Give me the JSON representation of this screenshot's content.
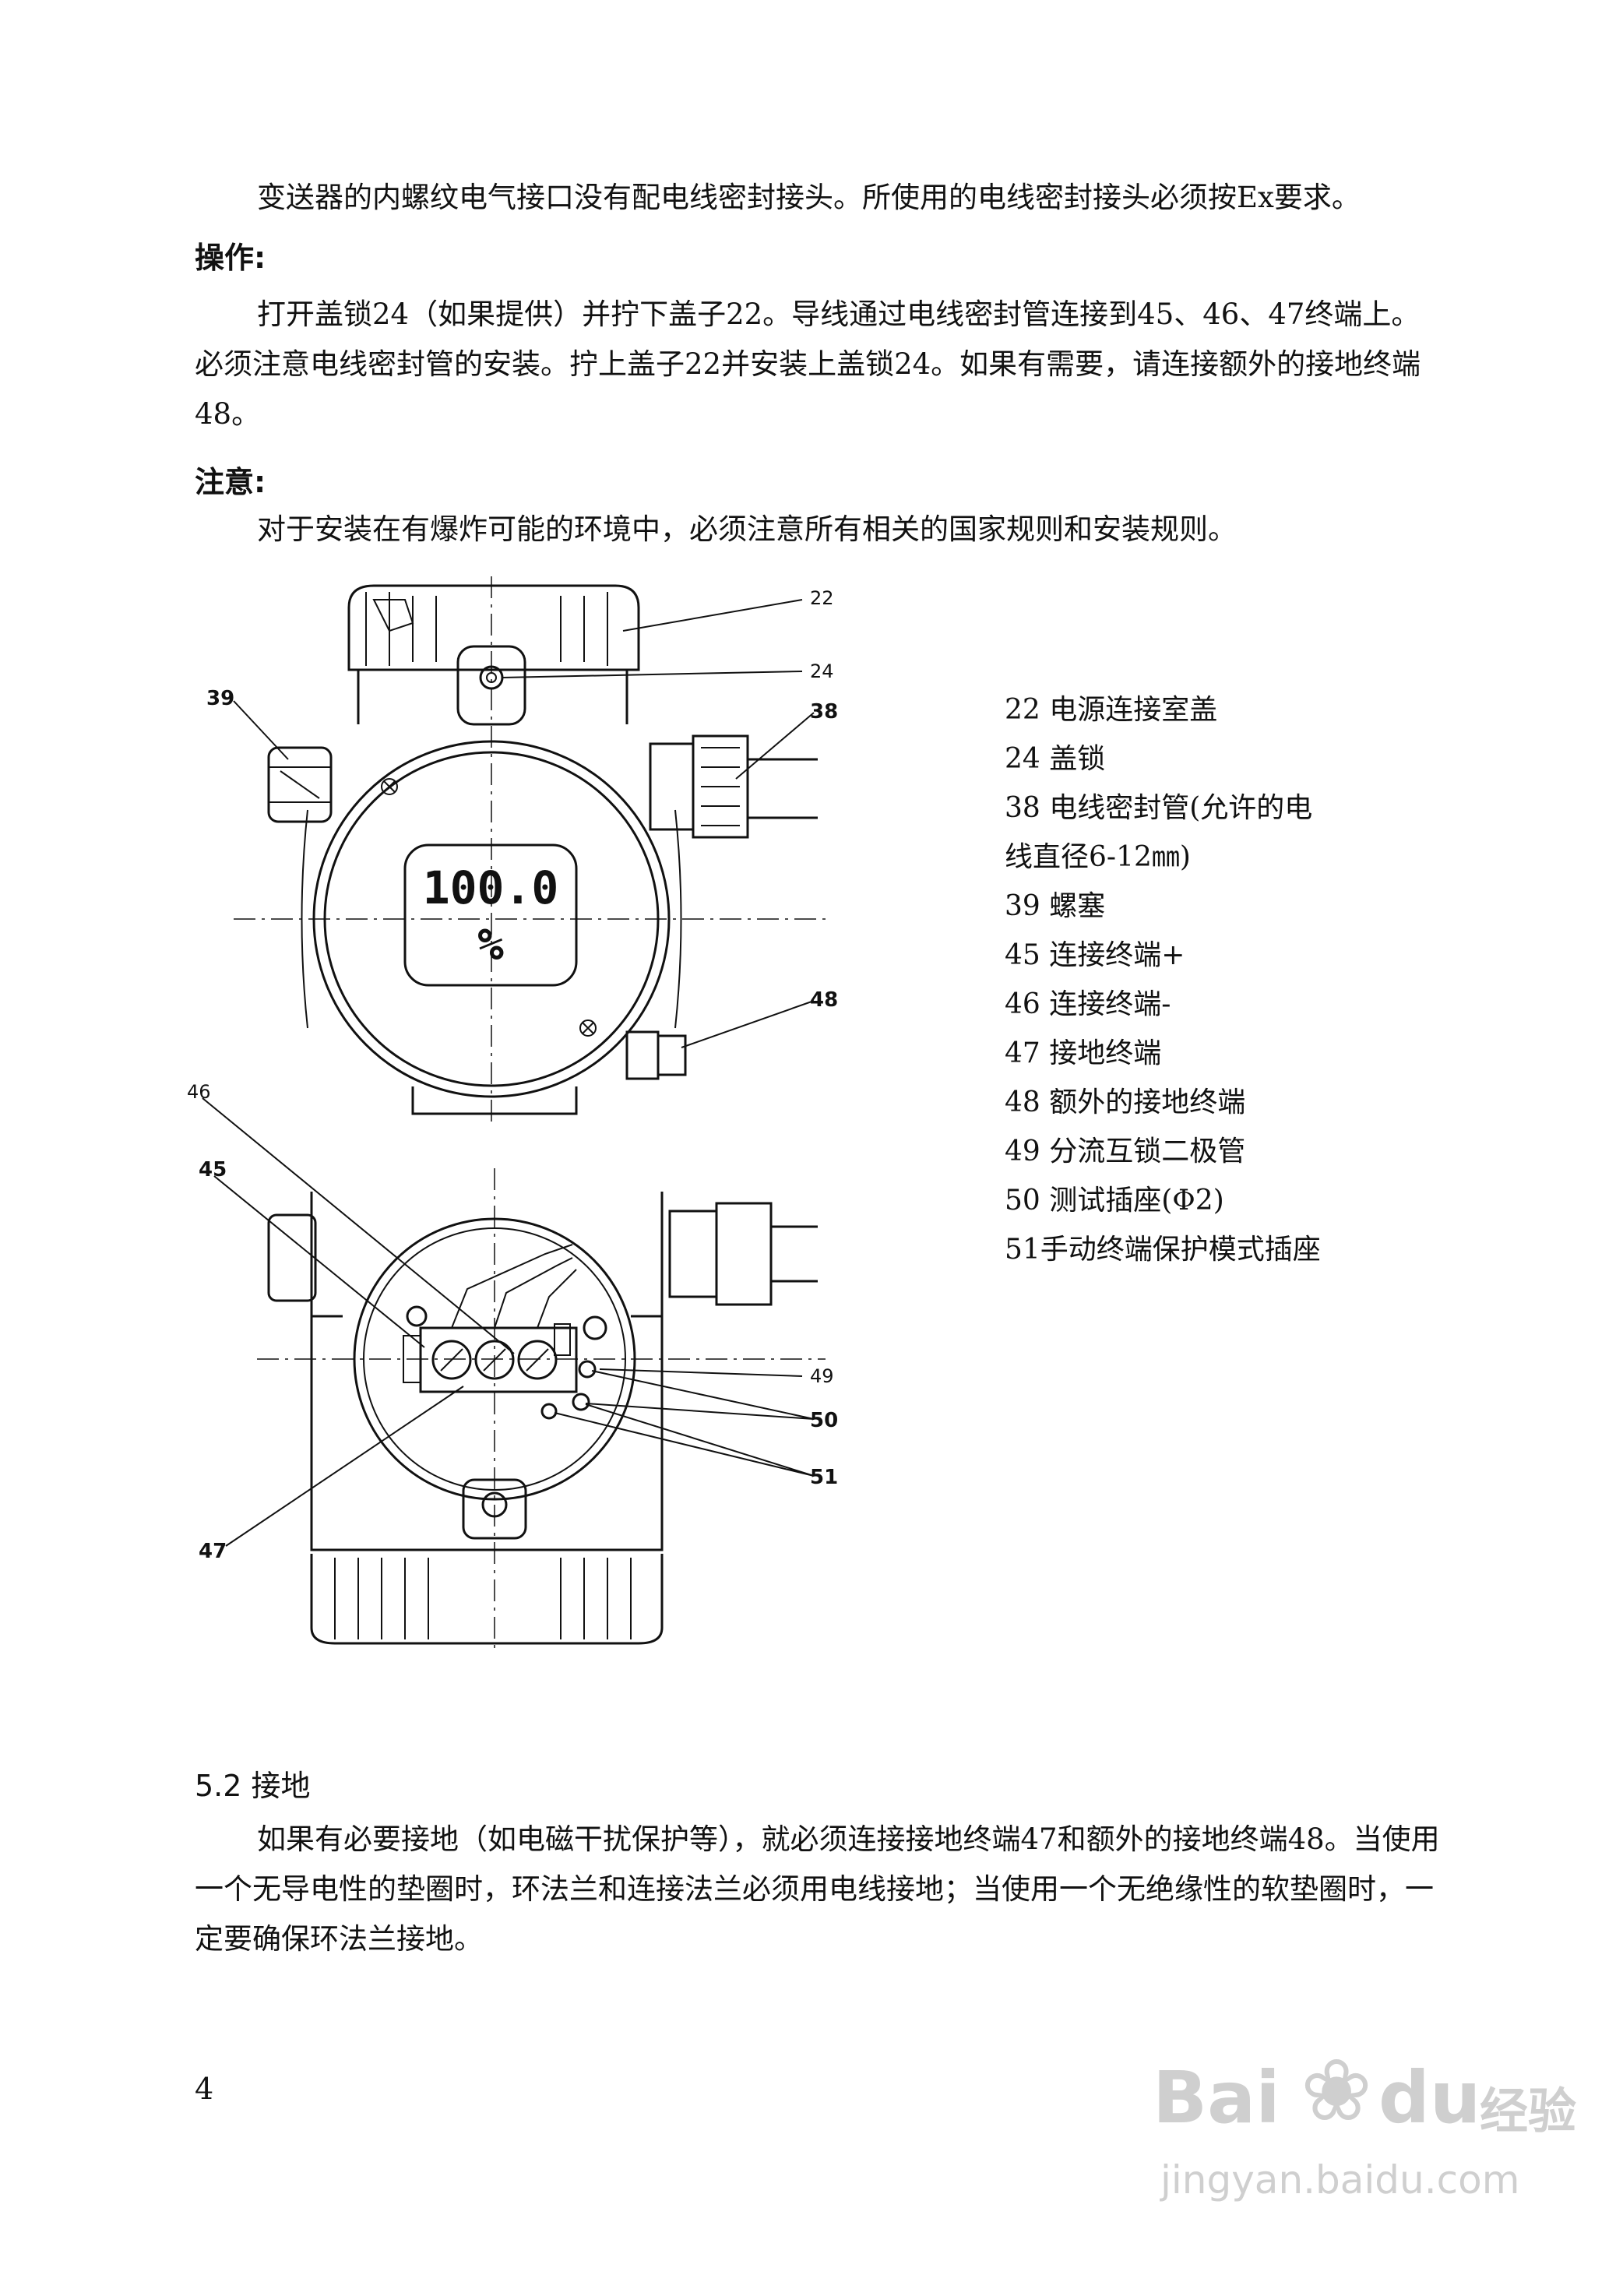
{
  "intro_text": "变送器的内螺纹电气接口没有配电线密封接头。所使用的电线密封接头必须按Ex要求。",
  "operation": {
    "heading": "操作:",
    "text": "打开盖锁24（如果提供）并拧下盖子22。导线通过电线密封管连接到45、46、47终端上。必须注意电线密封管的安装。拧上盖子22并安装上盖锁24。如果有需要，请连接额外的接地终端48。"
  },
  "note": {
    "heading": "注意:",
    "text": "对于安装在有爆炸可能的环境中，必须注意所有相关的国家规则和安装规则。"
  },
  "diagram": {
    "display_value": "100.0",
    "display_unit": "%",
    "callouts": [
      "22",
      "24",
      "39",
      "38",
      "48",
      "46",
      "45",
      "49",
      "50",
      "51",
      "47"
    ]
  },
  "legend": [
    "22 电源连接室盖",
    "24 盖锁",
    "38 电线密封管(允许的电",
    "线直径6-12㎜)",
    "39 螺塞",
    "45 连接终端+",
    "46 连接终端-",
    "47 接地终端",
    "48 额外的接地终端",
    "49 分流互锁二极管",
    "50 测试插座(Φ2)",
    "51手动终端保护模式插座"
  ],
  "section": {
    "heading": "5.2  接地",
    "text": "如果有必要接地（如电磁干扰保护等），就必须连接接地终端47和额外的接地终端48。当使用一个无导电性的垫圈时，环法兰和连接法兰必须用电线接地；当使用一个无绝缘性的软垫圈时，一定要确保环法兰接地。"
  },
  "page_number": "4",
  "watermark": {
    "brand": "Bai",
    "brand2": "du",
    "suffix": "经验",
    "url": "jingyan.baidu.com"
  }
}
